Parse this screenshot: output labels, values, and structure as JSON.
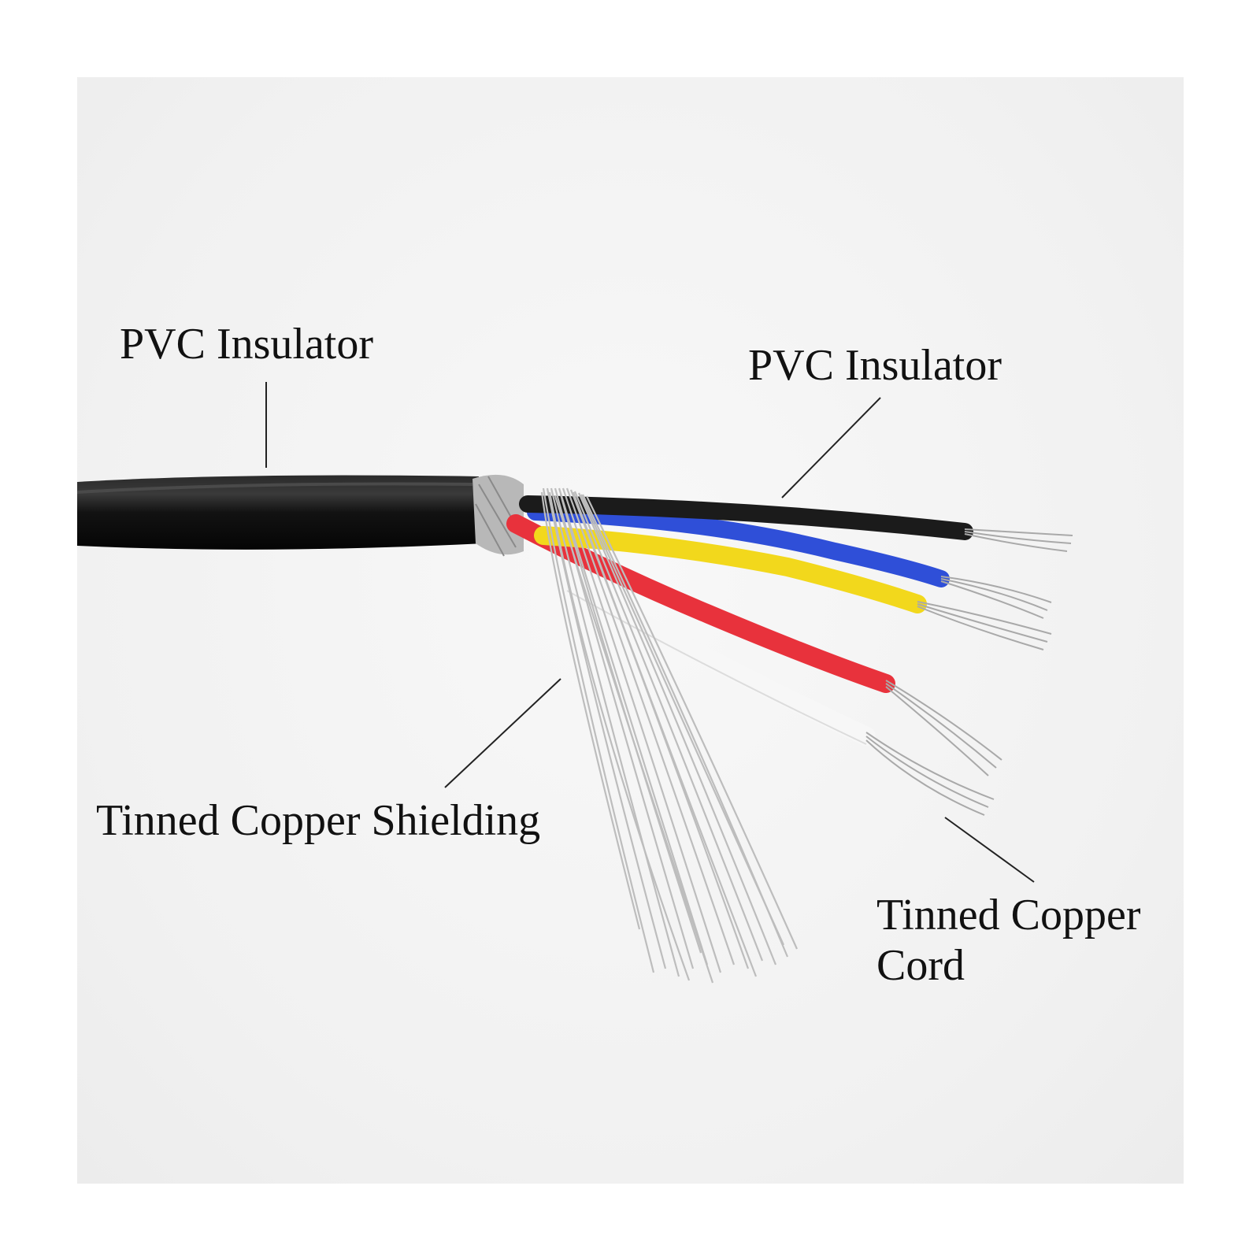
{
  "labels": {
    "outer_jacket": "PVC Insulator",
    "core_insulation": "PVC Insulator",
    "shielding": "Tinned Copper Shielding",
    "conductor": "Tinned Copper\nCord"
  },
  "colors": {
    "outer_jacket": "#121212",
    "core_black": "#1b1b1b",
    "core_blue": "#2f4fd8",
    "core_yellow": "#f2d81c",
    "core_red": "#e8323c",
    "core_white": "#f7f7f7",
    "tinned_copper": "#c9c9c9"
  }
}
